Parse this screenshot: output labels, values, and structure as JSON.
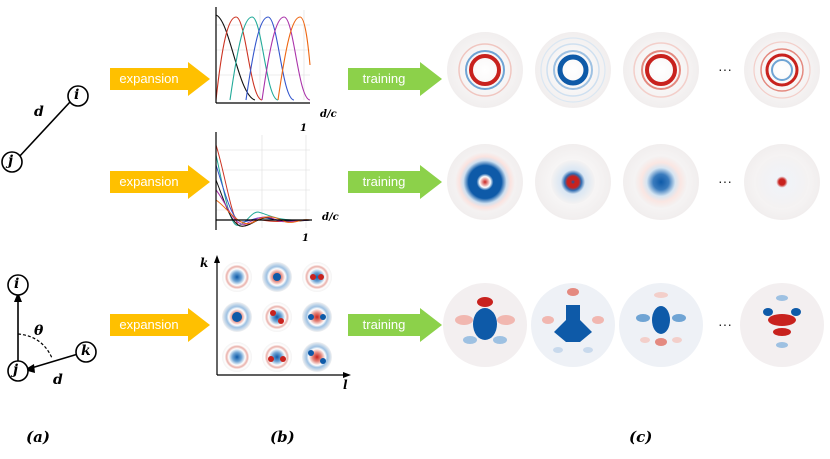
{
  "panels": {
    "a": "(a)",
    "b": "(b)",
    "c": "(c)"
  },
  "nodes": {
    "i": "i",
    "j": "j",
    "k": "k"
  },
  "edge_labels": {
    "d": "d",
    "theta": "θ"
  },
  "arrows": {
    "expansion": "expansion",
    "training": "training",
    "expansion_color": "#ffc000",
    "training_color": "#8cd14a"
  },
  "plots": {
    "radial_xlabel": "d/c",
    "radial_tick": "1",
    "grid_ylabel": "k",
    "grid_xlabel": "l"
  },
  "ellipsis": "···",
  "colors": {
    "red": "#c8221e",
    "blue": "#0e5aa8",
    "neutral": "#f6f4f3"
  }
}
